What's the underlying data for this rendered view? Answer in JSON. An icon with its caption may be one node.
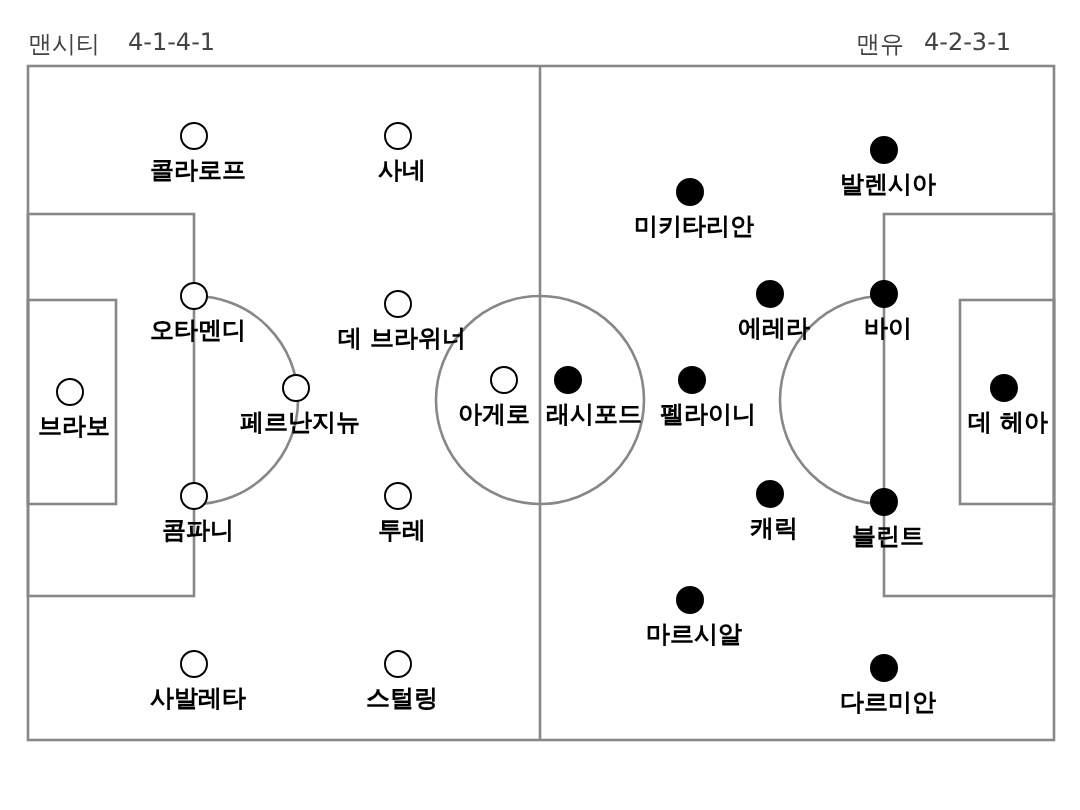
{
  "diagram": {
    "nodes": [
      {
        "text": [
          "콜라로프"
        ]
      },
      {
        "text": [
          "사네"
        ]
      },
      {
        "text": [
          "오타멘디"
        ]
      },
      {
        "text": [
          "데 브라위너"
        ]
      },
      {
        "text": [
          "브라보"
        ]
      },
      {
        "text": [
          "페르난지뉴"
        ]
      },
      {
        "text": [
          "아게로"
        ]
      },
      {
        "text": [
          "콤파니"
        ]
      },
      {
        "text": [
          "투레"
        ]
      },
      {
        "text": [
          "사발레타"
        ]
      },
      {
        "text": [
          "스털링"
        ]
      },
      {
        "text": [
          "발렌시아"
        ]
      },
      {
        "text": [
          "미키타리안"
        ]
      },
      {
        "text": [
          "에레라"
        ]
      },
      {
        "text": [
          "바이"
        ]
      },
      {
        "text": [
          "래시포드"
        ]
      },
      {
        "text": [
          "펠라이니"
        ]
      },
      {
        "text": [
          "데 헤아"
        ]
      },
      {
        "text": [
          "캐릭"
        ]
      },
      {
        "text": [
          "블린트"
        ]
      },
      {
        "text": [
          "마르시알"
        ]
      },
      {
        "text": [
          "다르미안"
        ]
      }
    ],
    "labels": [
      "맨시티",
      "4-1-4-1",
      "맨유",
      "4-2-3-1"
    ]
  }
}
